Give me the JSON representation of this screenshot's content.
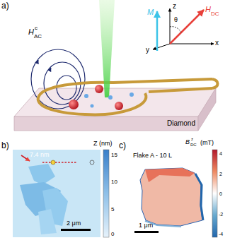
{
  "diagram": {
    "nodes": [
      {
        "text": [
          "Diamond"
        ]
      }
    ],
    "labels": [
      "a)",
      "H",
      "AC",
      "c",
      "z",
      "y",
      "x",
      "M",
      "θ",
      "H",
      "DC",
      "b)",
      "7.4 nm",
      "2 μm",
      "Z (nm)",
      "15",
      "10",
      "5",
      "0",
      "c)",
      "1 μm",
      "Flake A - 10 L",
      "B",
      "z",
      "DC",
      "(mT)",
      "4",
      "2",
      "0",
      "-2",
      "-4"
    ]
  }
}
